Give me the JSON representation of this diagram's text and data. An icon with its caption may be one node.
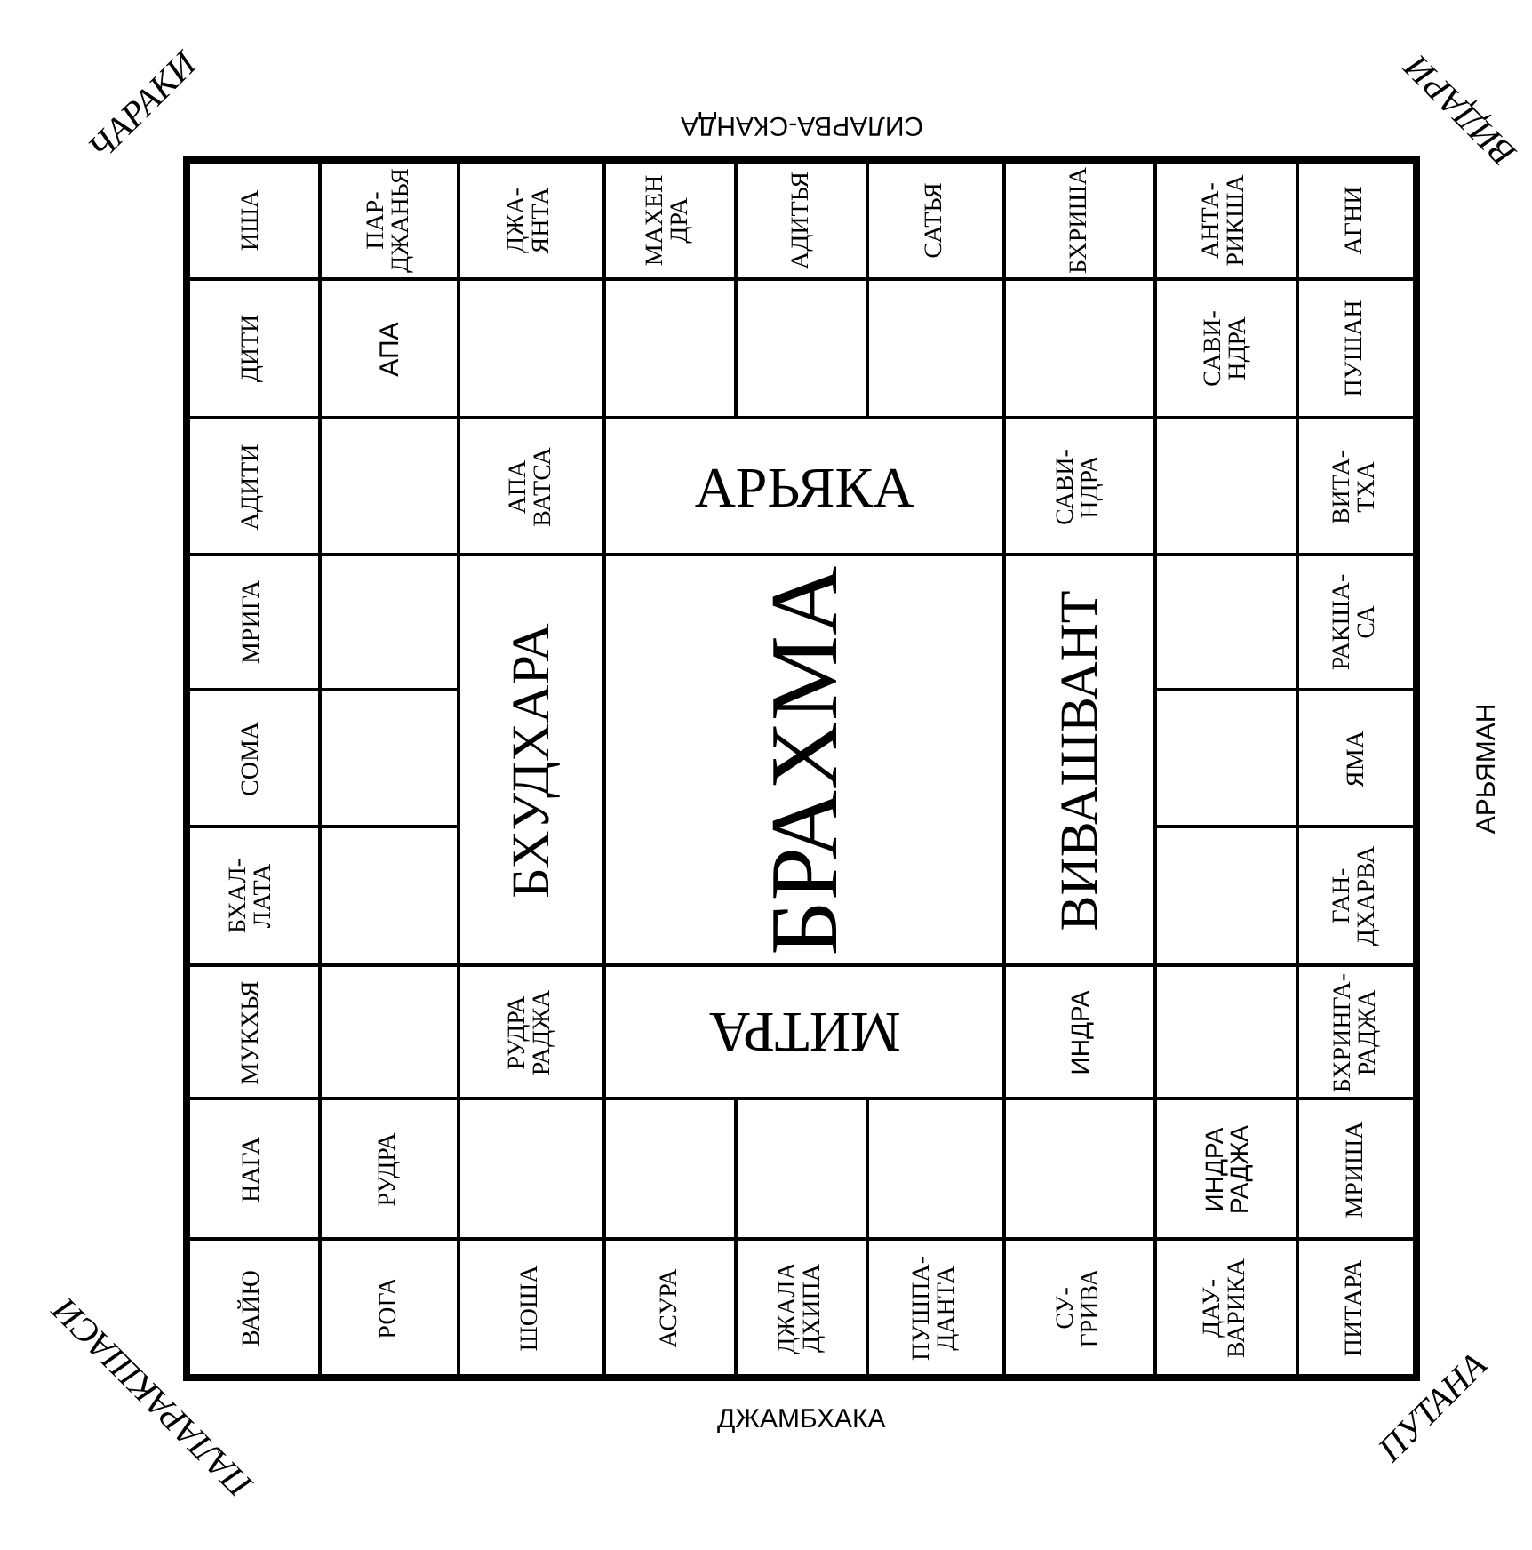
{
  "diagram": {
    "nodes": [
      {
        "text": [
          "ИША"
        ]
      },
      {
        "text": [
          "ПАР- ДЖАНЬЯ"
        ]
      },
      {
        "text": [
          "ДЖА- ЯНТА"
        ]
      },
      {
        "text": [
          "МАХЕН ДРА"
        ]
      },
      {
        "text": [
          "АДИТЬЯ"
        ]
      },
      {
        "text": [
          "САТЬЯ"
        ]
      },
      {
        "text": [
          "БХРИША"
        ]
      },
      {
        "text": [
          "АНТА- РИКША"
        ]
      },
      {
        "text": [
          "АГНИ"
        ]
      },
      {
        "text": [
          "ДИТИ"
        ]
      },
      {
        "text": [
          "АПА"
        ]
      },
      {
        "text": [],
        "shape": "box"
      },
      {
        "text": [],
        "shape": "box"
      },
      {
        "text": [],
        "shape": "box"
      },
      {
        "text": [],
        "shape": "box"
      },
      {
        "text": [],
        "shape": "box"
      },
      {
        "text": [
          "САВИ- НДРА"
        ]
      },
      {
        "text": [
          "ПУШАН"
        ]
      },
      {
        "text": [
          "АДИТИ"
        ]
      },
      {
        "text": [],
        "shape": "box"
      },
      {
        "text": [
          "АПА ВАТСА"
        ]
      },
      {
        "text": [
          "АРЬЯКА"
        ]
      },
      {
        "text": [
          "САВИ- НДРА"
        ]
      },
      {
        "text": [],
        "shape": "box"
      },
      {
        "text": [
          "ВИТА- ТХА"
        ]
      },
      {
        "text": [
          "МРИГА"
        ]
      },
      {
        "text": [],
        "shape": "box"
      },
      {
        "text": [
          "БХУДХАРА"
        ]
      },
      {
        "text": [
          "БРАХМА"
        ]
      },
      {
        "text": [
          "ВИВАШВАНТ"
        ]
      },
      {
        "text": [],
        "shape": "box"
      },
      {
        "text": [
          "РАКША- СА"
        ]
      },
      {
        "text": [
          "СОМА"
        ]
      },
      {
        "text": [],
        "shape": "box"
      },
      {
        "text": [],
        "shape": "box"
      },
      {
        "text": [
          "ЯМА"
        ]
      },
      {
        "text": [
          "БХАЛ- ЛАТА"
        ]
      },
      {
        "text": [],
        "shape": "box"
      },
      {
        "text": [],
        "shape": "box"
      },
      {
        "text": [
          "ГАН- ДХАРВА"
        ]
      },
      {
        "text": [
          "МУКХЬЯ"
        ]
      },
      {
        "text": [],
        "shape": "box"
      },
      {
        "text": [
          "РУДРА РАДЖА"
        ]
      },
      {
        "text": [
          "МИТРА"
        ]
      },
      {
        "text": [
          "ИНДРА"
        ]
      },
      {
        "text": [],
        "shape": "box"
      },
      {
        "text": [
          "БХРИНГА- РАДЖА"
        ]
      },
      {
        "text": [
          "НАГА"
        ]
      },
      {
        "text": [
          "РУДРА"
        ]
      },
      {
        "text": [],
        "shape": "box"
      },
      {
        "text": [],
        "shape": "box"
      },
      {
        "text": [],
        "shape": "box"
      },
      {
        "text": [],
        "shape": "box"
      },
      {
        "text": [],
        "shape": "box"
      },
      {
        "text": [
          "ИНДРА РАДЖА"
        ]
      },
      {
        "text": [
          "МРИША"
        ]
      },
      {
        "text": [
          "ВАЙЮ"
        ]
      },
      {
        "text": [
          "РОГА"
        ]
      },
      {
        "text": [
          "ШОША"
        ]
      },
      {
        "text": [
          "АСУРА"
        ]
      },
      {
        "text": [
          "ДЖАЛА ДХИПА"
        ]
      },
      {
        "text": [
          "ПУШПА- ДАНТА"
        ]
      },
      {
        "text": [
          "СУ- ГРИВА"
        ]
      },
      {
        "text": [
          "ДАУ- ВАРИКА"
        ]
      },
      {
        "text": [
          "ПИТАРА"
        ]
      }
    ],
    "labels": [
      "ЧАРАКИ",
      "ВИДАРИ",
      "СИЛАРВА-СКАНДА",
      "АРЬЯМАН",
      "ПАЛАРАКШАСИ",
      "ДЖАМБХАКА",
      "ПУТАНА"
    ]
  }
}
